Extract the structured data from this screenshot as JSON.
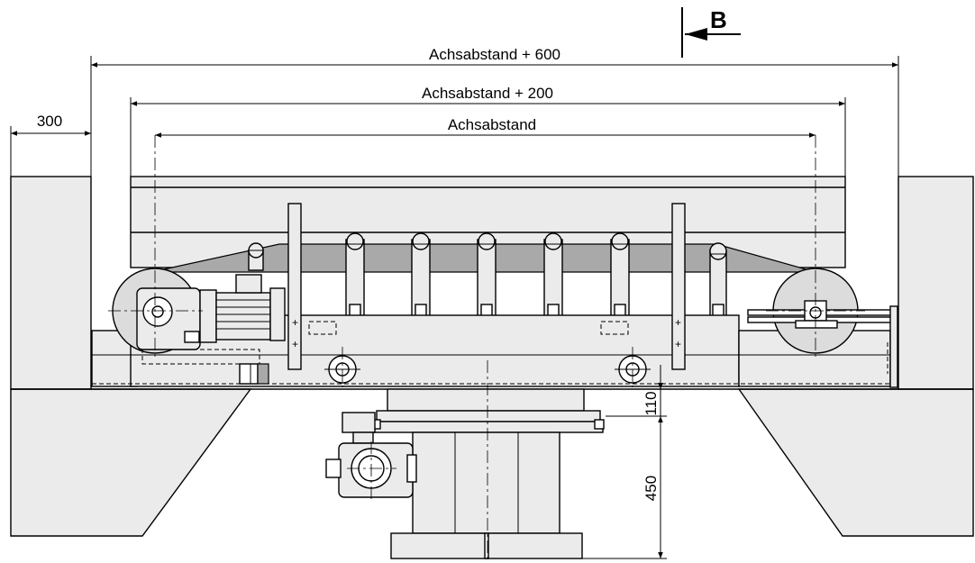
{
  "section_marker": {
    "letter": "B"
  },
  "dimensions": {
    "overall": "Achsabstand + 600",
    "frame": "Achsabstand + 200",
    "axis": "Achsabstand",
    "side_offset": "300",
    "gap_height": "110",
    "column_height": "450"
  },
  "colors": {
    "line": "#000000",
    "part_fill": "#ebebeb",
    "belt_fill": "#a9a9a9"
  }
}
